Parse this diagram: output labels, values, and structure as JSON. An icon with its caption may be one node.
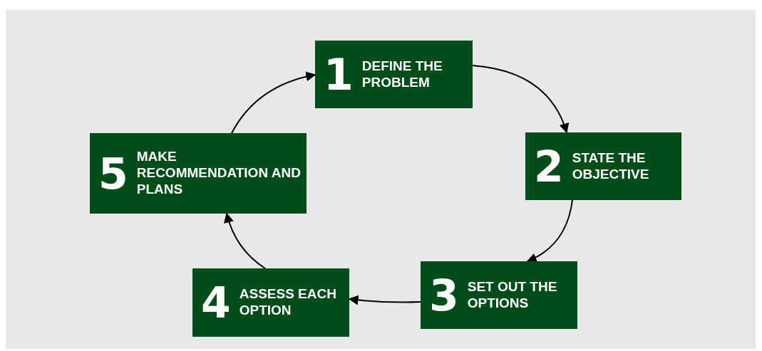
{
  "diagram": {
    "nodes": [
      {
        "text": [
          "1",
          "DEFINE THE PROBLEM"
        ]
      },
      {
        "text": [
          "2",
          "STATE THE OBJECTIVE"
        ]
      },
      {
        "text": [
          "3",
          "SET OUT THE OPTIONS"
        ]
      },
      {
        "text": [
          "4",
          "ASSESS EACH OPTION"
        ]
      },
      {
        "text": [
          "5",
          "MAKE RECOMMENDATION AND PLANS"
        ]
      }
    ],
    "edges": [
      {
        "from": 0,
        "to": 1,
        "arrow": "to"
      },
      {
        "from": 1,
        "to": 2,
        "arrow": "to"
      },
      {
        "from": 2,
        "to": 3,
        "arrow": "to"
      },
      {
        "from": 3,
        "to": 4,
        "arrow": "to"
      },
      {
        "from": 4,
        "to": 0,
        "arrow": "to"
      }
    ]
  }
}
